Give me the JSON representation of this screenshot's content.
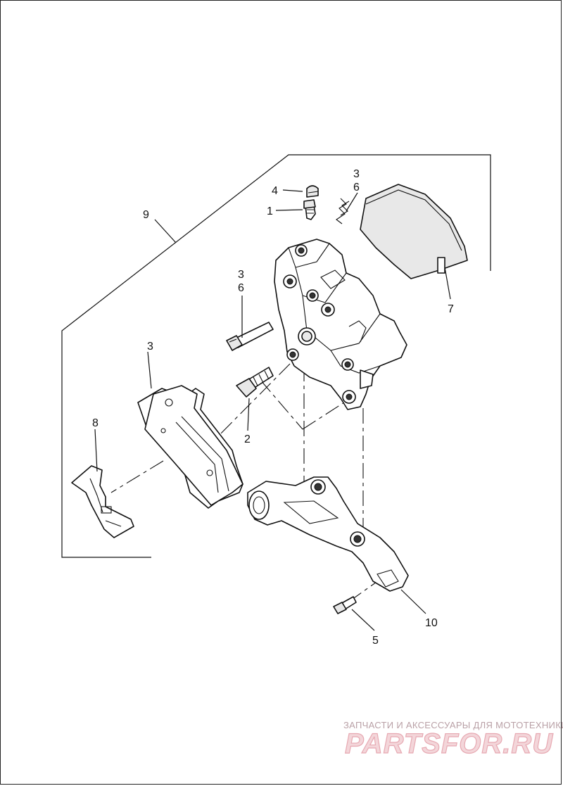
{
  "callouts": {
    "c9": "9",
    "c4": "4",
    "c1": "1",
    "c3a": "3",
    "c6a": "6",
    "c3b": "3",
    "c6b": "6",
    "c7": "7",
    "c3c": "3",
    "c8": "8",
    "c2": "2",
    "c10": "10",
    "c5": "5"
  },
  "watermark": {
    "caption": "ЗАПЧАСТИ И АКСЕССУАРЫ ДЛЯ МОТОТЕХНИКИ",
    "brand": "PARTSFOR.RU"
  }
}
